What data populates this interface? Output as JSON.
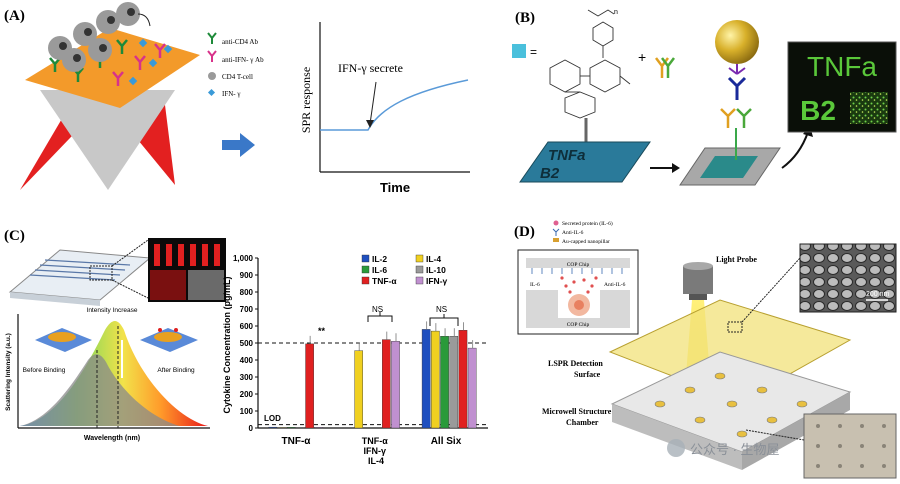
{
  "panelA": {
    "label": "(A)",
    "legend": [
      "anti-CD4 Ab",
      "anti-IFN- γ Ab",
      "CD4 T-cell",
      "IFN- γ"
    ],
    "plot_annotation": "IFN-γ secrete",
    "ylabel": "SPR response",
    "xlabel": "Time"
  },
  "panelB": {
    "label": "(B)",
    "eq": "=",
    "plus": "+",
    "subscript_n": "n",
    "chip_text_1": "TNFa",
    "chip_text_2": "B2",
    "fluor_text_1": "TNFa",
    "fluor_text_2": "B2"
  },
  "panelC": {
    "label": "(C)",
    "intensity_label": "Intensity Increase",
    "before_label": "Before Binding",
    "after_label": "After Binding",
    "spectrum_ylabel": "Scattering Intensity (a.u.)",
    "spectrum_xlabel": "Wavelength (nm)",
    "bar_ylabel": "Cytokine Concentration (pg/mL)",
    "ns_label": "NS",
    "lod_label": "LOD",
    "star_label": "**",
    "group_labels": [
      "TNF-α",
      "TNF-α IFN-γ IL-4",
      "All Six"
    ]
  },
  "panelD": {
    "label": "(D)",
    "legend": [
      "Secreted protein (IL-6)",
      "Anti-IL-6",
      "Au-capped nanopillar"
    ],
    "cop_top": "COP Chip",
    "cop_bottom": "COP Chip",
    "il6_left": "IL-6",
    "il6_right": "Anti-IL-6",
    "light_probe": "Light Probe",
    "lspr_label": "LSPR Detection Surface",
    "microwell_label": "Microwell Structure Chamber",
    "scale_label": "200 nm"
  },
  "watermark": "公众号 · 生物屋",
  "chart_data": {
    "type": "bar",
    "categories": [
      "TNF-α",
      "TNF-α IFN-γ IL-4",
      "All Six"
    ],
    "series": [
      {
        "name": "IL-2",
        "color": "#1f4fbf",
        "values": [
          5,
          0,
          580
        ]
      },
      {
        "name": "IL-4",
        "color": "#f0d020",
        "values": [
          3,
          455,
          570
        ]
      },
      {
        "name": "IL-6",
        "color": "#2a9a3a",
        "values": [
          4,
          0,
          540
        ]
      },
      {
        "name": "IL-10",
        "color": "#9a9a9a",
        "values": [
          3,
          0,
          540
        ]
      },
      {
        "name": "TNF-α",
        "color": "#e02020",
        "values": [
          495,
          520,
          575
        ]
      },
      {
        "name": "IFN-γ",
        "color": "#c090d0",
        "values": [
          4,
          510,
          470
        ]
      }
    ],
    "yticks": [
      "0",
      "100",
      "200",
      "300",
      "400",
      "500",
      "600",
      "700",
      "800",
      "900",
      "1,000"
    ],
    "ylim": [
      0,
      1000
    ],
    "reference_lines": [
      500,
      20
    ]
  }
}
